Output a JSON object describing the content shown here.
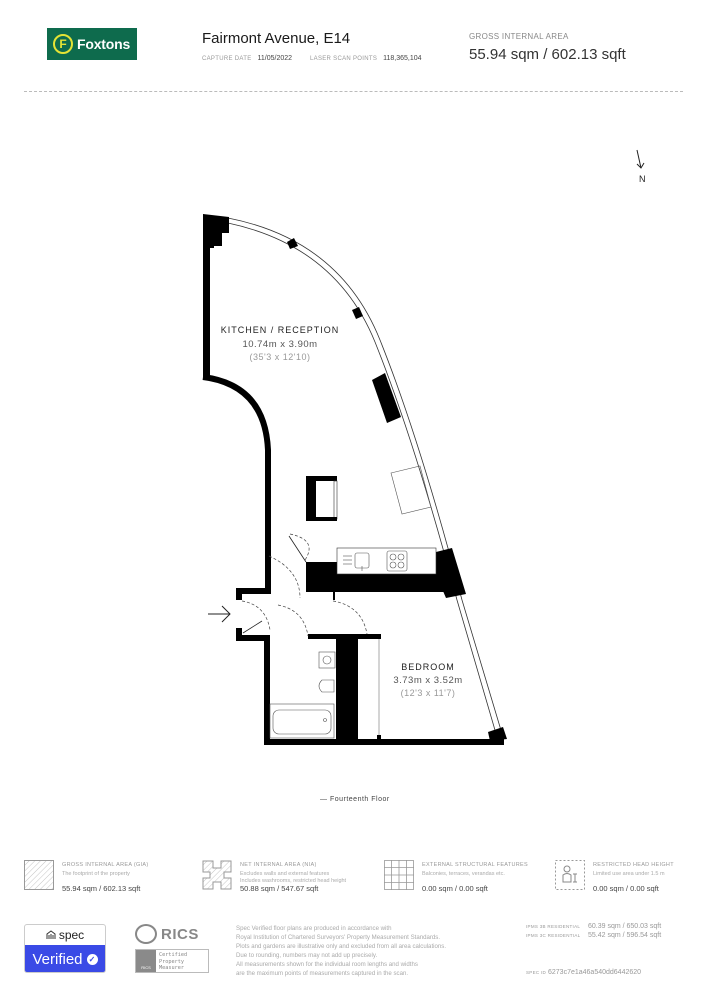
{
  "header": {
    "brand": "Foxtons",
    "brand_mark": "F",
    "brand_color": "#0e6b4d",
    "brand_accent": "#e4e335",
    "address": "Fairmont Avenue, E14",
    "capture_date_label": "CAPTURE DATE",
    "capture_date": "11/05/2022",
    "scan_points_label": "LASER SCAN POINTS",
    "scan_points": "118,365,104",
    "gia_label": "GROSS INTERNAL AREA",
    "gia_value": "55.94 sqm / 602.13 sqft"
  },
  "plan": {
    "compass": {
      "icon": "north-arrow-icon",
      "label": "N"
    },
    "rooms": [
      {
        "name": "KITCHEN / RECEPTION",
        "metric": "10.74m x 3.90m",
        "imperial": "(35'3 x 12'10)"
      },
      {
        "name": "BEDROOM",
        "metric": "3.73m x 3.52m",
        "imperial": "(12'3 x 11'7)"
      }
    ],
    "entrance_icon": "entrance-arrow-icon",
    "floor_label": "— Fourteenth Floor"
  },
  "legend": [
    {
      "icon": "hatch-square-icon",
      "title": "GROSS INTERNAL AREA (GIA)",
      "desc": "The footprint of the property",
      "desc2": "",
      "value": "55.94 sqm / 602.13 sqft"
    },
    {
      "icon": "hatch-nia-icon",
      "title": "NET INTERNAL AREA (NIA)",
      "desc": "Excludes walls and external features",
      "desc2": "Includes washrooms, restricted head height",
      "value": "50.88 sqm / 547.67 sqft"
    },
    {
      "icon": "grid-icon",
      "title": "EXTERNAL STRUCTURAL FEATURES",
      "desc": "Balconies, terraces, verandas etc.",
      "desc2": "",
      "value": "0.00 sqm / 0.00 sqft"
    },
    {
      "icon": "person-height-icon",
      "title": "RESTRICTED HEAD HEIGHT",
      "desc": "Limited use area under 1.5 m",
      "desc2": "",
      "value": "0.00 sqm / 0.00 sqft"
    }
  ],
  "footer": {
    "spec_brand": "spec",
    "spec_verified": "Verified",
    "spec_color": "#3a4ae6",
    "rics_label": "RICS",
    "rics_cert_lines": [
      "Certified",
      "Property",
      "Measurer"
    ],
    "rics_mark": "RICS",
    "disclaimer": [
      "Spec Verified floor plans are produced in accordance with",
      "Royal Institution of Chartered Surveyors' Property Measurement Standards.",
      "Plots and gardens are illustrative only and excluded from all area calculations.",
      "Due to rounding, numbers may not add up precisely.",
      "All measurements shown for the individual room lengths and widths",
      "are the maximum points of measurements captured in the scan."
    ],
    "ipms": [
      {
        "label": "IPMS 3B RESIDENTIAL",
        "value": "60.39 sqm / 650.03 sqft"
      },
      {
        "label": "IPMS 3C RESIDENTIAL",
        "value": "55.42 sqm / 596.54 sqft"
      }
    ],
    "spec_id_label": "SPEC ID",
    "spec_id": "6273c7e1a46a540dd6442620"
  }
}
